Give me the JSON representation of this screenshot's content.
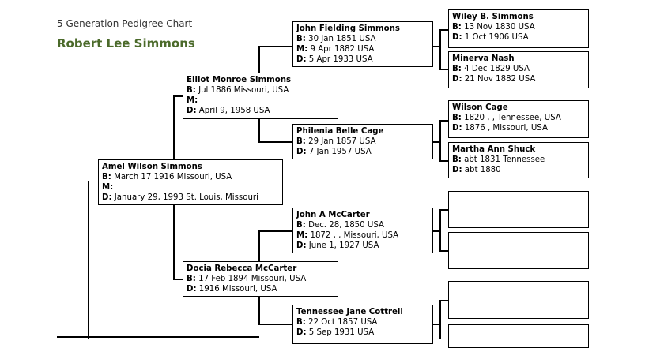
{
  "header": {
    "subtitle": "5 Generation Pedigree Chart",
    "title": "Robert Lee Simmons"
  },
  "labels": {
    "born": "B:",
    "married": "M:",
    "died": "D:"
  },
  "people": {
    "amel": {
      "name": "Amel Wilson Simmons",
      "born": "March 17 1916 Missouri, USA",
      "married": "",
      "died": "January 29, 1993 St. Louis, Missouri"
    },
    "elliot": {
      "name": "Elliot Monroe Simmons",
      "born": "Jul 1886 Missouri, USA",
      "married": "",
      "died": "April 9, 1958 USA"
    },
    "docia": {
      "name": "Docia Rebecca McCarter",
      "born": "17 Feb 1894 Missouri, USA",
      "died": "1916 Missouri, USA"
    },
    "john_fielding": {
      "name": "John Fielding Simmons",
      "born": "30 Jan 1851 USA",
      "married": "9 Apr 1882 USA",
      "died": "5 Apr 1933 USA"
    },
    "philenia": {
      "name": "Philenia Belle Cage",
      "born": "29 Jan 1857 USA",
      "died": "7 Jan 1957 USA"
    },
    "john_mccarter": {
      "name": "John A McCarter",
      "born": "Dec. 28, 1850 USA",
      "married": "1872 , , Missouri, USA",
      "died": "June 1, 1927 USA"
    },
    "tennessee": {
      "name": "Tennessee Jane Cottrell",
      "born": "22 Oct 1857 USA",
      "died": "5 Sep 1931 USA"
    },
    "wiley": {
      "name": "Wiley B. Simmons",
      "born": "13 Nov 1830 USA",
      "died": "1 Oct 1906 USA"
    },
    "minerva": {
      "name": "Minerva Nash",
      "born": "4 Dec 1829 USA",
      "died": "21 Nov 1882 USA"
    },
    "wilson": {
      "name": "Wilson Cage",
      "born": "1820 , , Tennessee, USA",
      "died": "1876 , Missouri, USA"
    },
    "martha": {
      "name": "Martha Ann Shuck",
      "born": "abt 1831 Tennessee",
      "died": "abt 1880"
    }
  }
}
